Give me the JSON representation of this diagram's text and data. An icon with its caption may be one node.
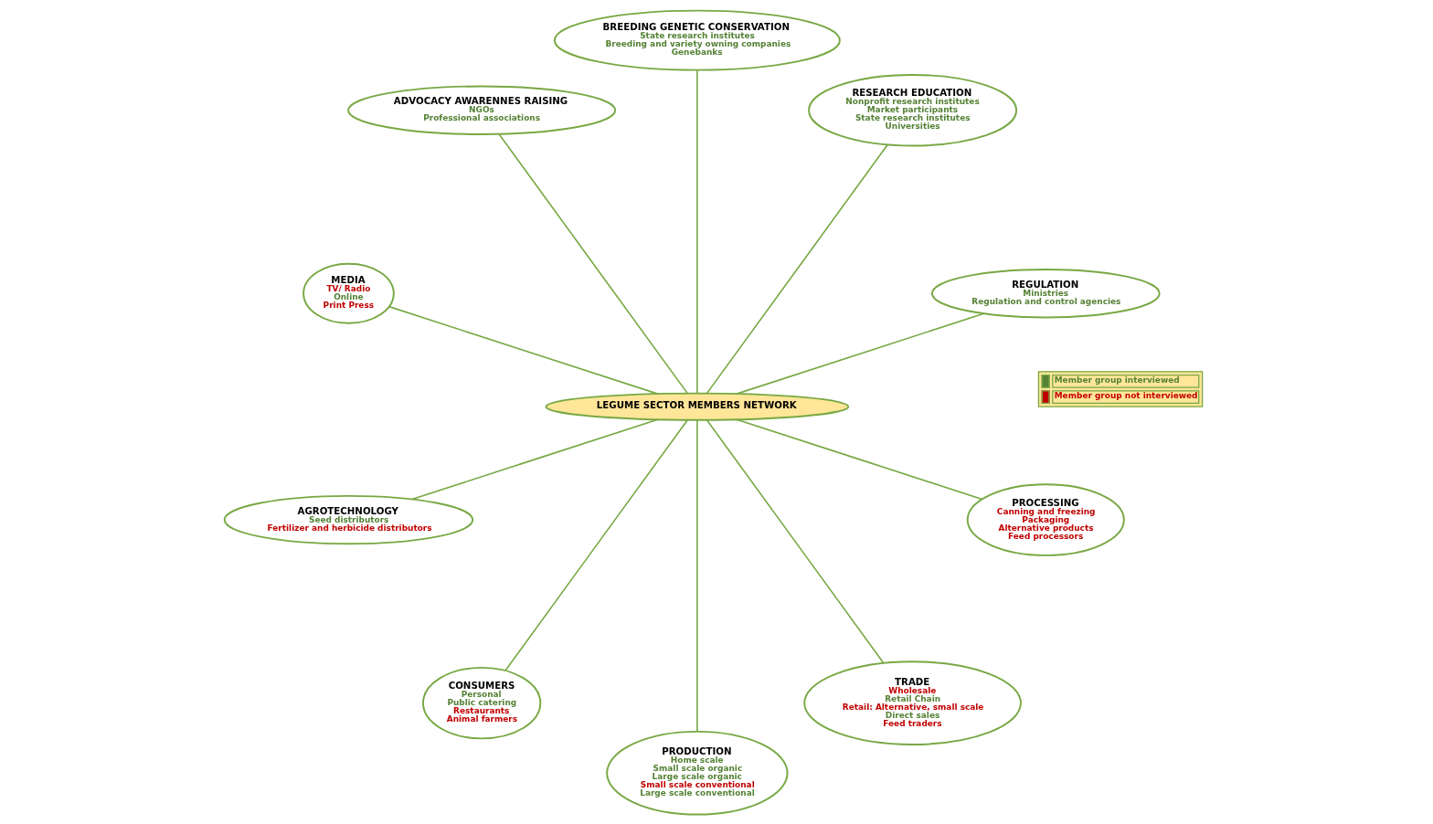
{
  "diagram": {
    "nodes": [
      {
        "text": [
          "REGULATION",
          "Ministries",
          "Regulation and control agencies"
        ]
      },
      {
        "text": [
          "RESEARCH EDUCATION",
          "Nonprofit research institutes",
          "Market participants",
          "State research institutes",
          "Universities"
        ]
      },
      {
        "text": [
          "BREEDING GENETIC CONSERVATION",
          "State research institutes",
          "Breeding and variety owning companies",
          "Genebanks"
        ]
      },
      {
        "text": [
          "ADVOCACY AWARENNES RAISING",
          "NGOs",
          "Professional associations"
        ]
      },
      {
        "text": [
          "MEDIA",
          "TV/ Radio",
          "Online",
          "Print Press"
        ]
      },
      {
        "text": [
          "AGROTECHNOLOGY",
          "Seed distributors",
          "Fertilizer and herbicide distributors"
        ]
      },
      {
        "text": [
          "CONSUMERS",
          "Personal",
          "Public catering",
          "Restaurants",
          "Animal farmers"
        ]
      },
      {
        "text": [
          "LEGUME SECTOR MEMBERS NETWORK"
        ]
      },
      {
        "text": [
          "PRODUCTION",
          "Home scale",
          "Small scale organic",
          "Large scale organic",
          "Small scale conventional",
          "Large scale conventional"
        ]
      },
      {
        "text": [
          "TRADE",
          "Wholesale",
          "Retail Chain",
          "Retail: Alternative, small scale",
          "Direct sales",
          "Feed traders"
        ]
      },
      {
        "text": [
          "PROCESSING",
          "Canning and freezing",
          "Packaging",
          "Alternative products",
          "Feed processors"
        ]
      }
    ],
    "edges": [
      {
        "from": 7,
        "to": 0,
        "arrow": "none"
      },
      {
        "from": 7,
        "to": 1,
        "arrow": "none"
      },
      {
        "from": 7,
        "to": 2,
        "arrow": "none"
      },
      {
        "from": 7,
        "to": 5,
        "arrow": "none"
      },
      {
        "from": 7,
        "to": 8,
        "arrow": "none"
      },
      {
        "from": 7,
        "to": 10,
        "arrow": "none"
      },
      {
        "from": 7,
        "to": 9,
        "arrow": "none"
      },
      {
        "from": 7,
        "to": 6,
        "arrow": "none"
      },
      {
        "from": 7,
        "to": 4,
        "arrow": "none"
      },
      {
        "from": 7,
        "to": 3,
        "arrow": "none"
      }
    ],
    "legend": [
      {
        "text": "Member group interviewed",
        "color": "#548235"
      },
      {
        "text": "Member group not interviewed",
        "color": "#c00000"
      }
    ]
  }
}
